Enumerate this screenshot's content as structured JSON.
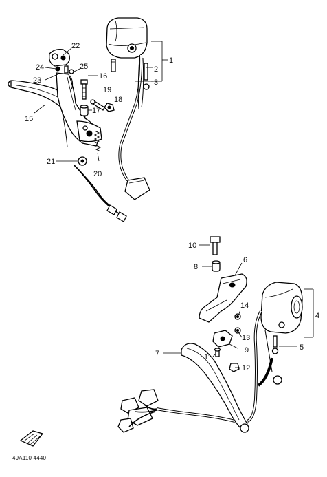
{
  "diagram": {
    "callouts": [
      {
        "id": "c1",
        "text": "1"
      },
      {
        "id": "c2",
        "text": "2"
      },
      {
        "id": "c3",
        "text": "3"
      },
      {
        "id": "c4",
        "text": "4"
      },
      {
        "id": "c5",
        "text": "5"
      },
      {
        "id": "c6",
        "text": "6"
      },
      {
        "id": "c7",
        "text": "7"
      },
      {
        "id": "c8",
        "text": "8"
      },
      {
        "id": "c9",
        "text": "9"
      },
      {
        "id": "c10",
        "text": "10"
      },
      {
        "id": "c11",
        "text": "11"
      },
      {
        "id": "c12",
        "text": "12"
      },
      {
        "id": "c13",
        "text": "13"
      },
      {
        "id": "c14",
        "text": "14"
      },
      {
        "id": "c15",
        "text": "15"
      },
      {
        "id": "c16",
        "text": "16"
      },
      {
        "id": "c17",
        "text": "17"
      },
      {
        "id": "c18",
        "text": "18"
      },
      {
        "id": "c19",
        "text": "19"
      },
      {
        "id": "c20",
        "text": "20"
      },
      {
        "id": "c21",
        "text": "21"
      },
      {
        "id": "c22",
        "text": "22"
      },
      {
        "id": "c23",
        "text": "23"
      },
      {
        "id": "c24",
        "text": "24"
      },
      {
        "id": "c25",
        "text": "25"
      }
    ],
    "drawing_code": "49A110 4440"
  }
}
